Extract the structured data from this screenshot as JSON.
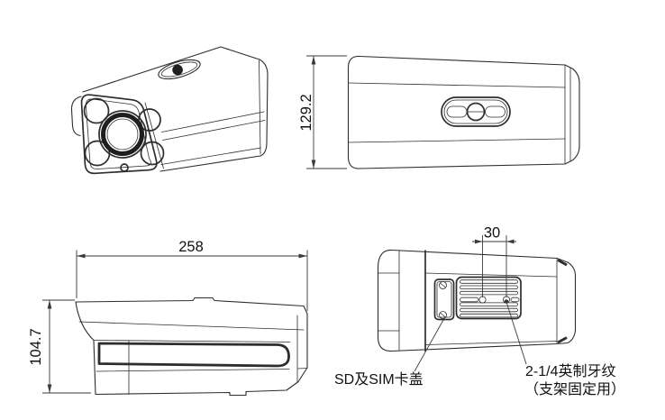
{
  "page": {
    "background": "#ffffff"
  },
  "colors": {
    "line": "#2d2d2d",
    "dimension": "#3a3a3a",
    "text": "#111111"
  },
  "views": {
    "top_view": {
      "dim_height": "129.2"
    },
    "side_view": {
      "dim_length": "258",
      "dim_height": "104.7"
    },
    "bottom_view": {
      "dim_hole_spacing": "30",
      "sd_cover_label": "SD及SIM卡盖",
      "thread_label_line1": "2-1/4英制牙纹",
      "thread_label_line2": "（支架固定用）"
    }
  }
}
